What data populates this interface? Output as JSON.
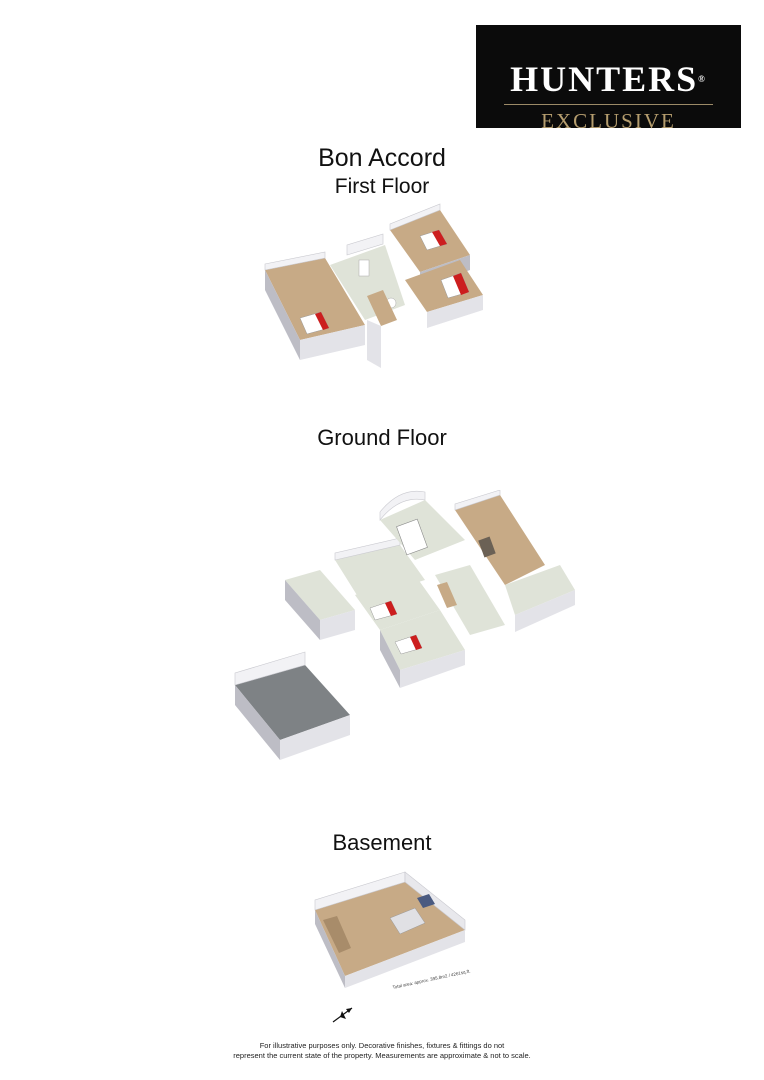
{
  "logo": {
    "brand": "HUNTERS",
    "registered": "®",
    "subtitle": "EXCLUSIVE"
  },
  "headings": {
    "property": "Bon Accord",
    "first_floor": "First Floor",
    "ground_floor": "Ground Floor",
    "basement": "Basement"
  },
  "area_note": "Total area: approx. 395.8m2 / 4261sq.ft.",
  "disclaimer": {
    "line1": "For illustrative purposes only. Decorative finishes, fixtures & fittings do not",
    "line2": "represent the current state of the property. Measurements are approximate & not to scale."
  },
  "colors": {
    "logo_bg": "#0b0b0b",
    "logo_gold": "#b59d6e",
    "wall": "#e9e9ee",
    "wall_side": "#bdbdc5",
    "wood_floor": "#c7aa86",
    "tile_floor": "#dfe3d8",
    "bed_red": "#cc1e1e",
    "garage_floor": "#7e8285"
  },
  "icons": [
    "compass-arrow-icon"
  ]
}
